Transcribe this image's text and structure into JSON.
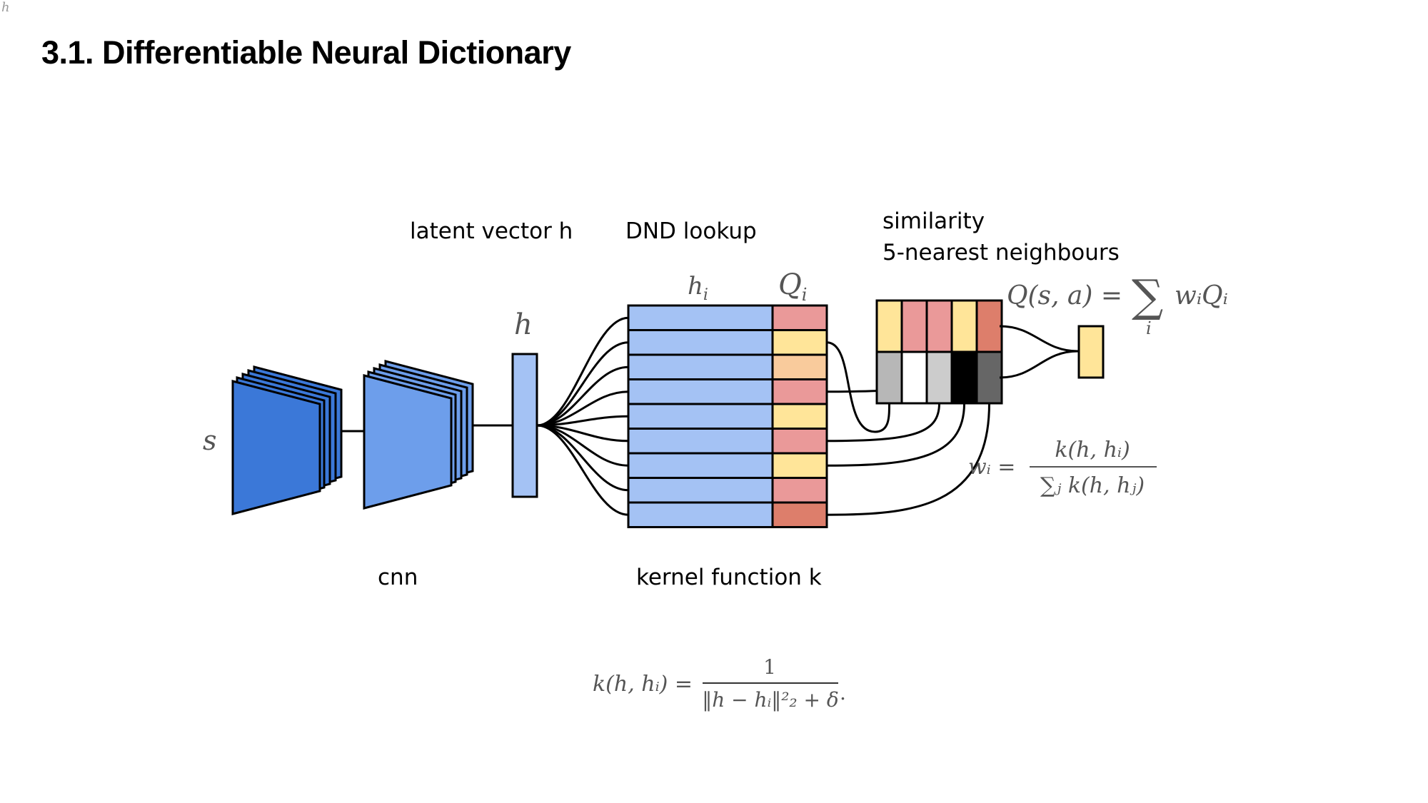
{
  "corner_mark": "h",
  "slide": {
    "title": "3.1. Differentiable Neural Dictionary"
  },
  "labels": {
    "latent": "latent vector h",
    "lookup": "DND lookup",
    "similarity": "similarity",
    "neighbours": "5-nearest neighbours",
    "cnn": "cnn",
    "kernel": "kernel function k"
  },
  "symbols": {
    "s": "s",
    "h": "h",
    "hi": "h",
    "hi_sub": "i",
    "Qi": "Q",
    "Qi_sub": "i"
  },
  "formulas": {
    "q_lhs": "Q(s, a) =",
    "q_sum": "∑",
    "q_sum_index": "i",
    "q_rhs": "wᵢQᵢ",
    "w_lhs": "wᵢ =",
    "w_num": "k(h, hᵢ)",
    "w_den": "∑ⱼ k(h, hⱼ)",
    "k_lhs": "k(h, hᵢ) =",
    "k_num": "1",
    "k_den": "‖h − hᵢ‖²₂ + δ",
    "k_end": "."
  },
  "colors": {
    "cnn_dark": "#3b78d8",
    "cnn_light": "#6d9eeb",
    "key_row": "#a4c2f4",
    "yellow": "#ffe599",
    "pink": "#ea9999",
    "peach": "#f9cb9c",
    "red": "#dd7e6b",
    "grey": "#b7b7b7",
    "light_grey": "#cccccc",
    "dark_grey": "#666666",
    "black": "#000000",
    "white": "#ffffff"
  },
  "dnd": {
    "value_colors": [
      "pink",
      "yellow",
      "peach",
      "pink",
      "yellow",
      "pink",
      "yellow",
      "pink",
      "red"
    ],
    "neighbour_values": [
      "yellow",
      "pink",
      "pink",
      "yellow",
      "red"
    ],
    "neighbour_similarity": [
      "grey",
      "white",
      "light_grey",
      "black",
      "dark_grey"
    ]
  }
}
